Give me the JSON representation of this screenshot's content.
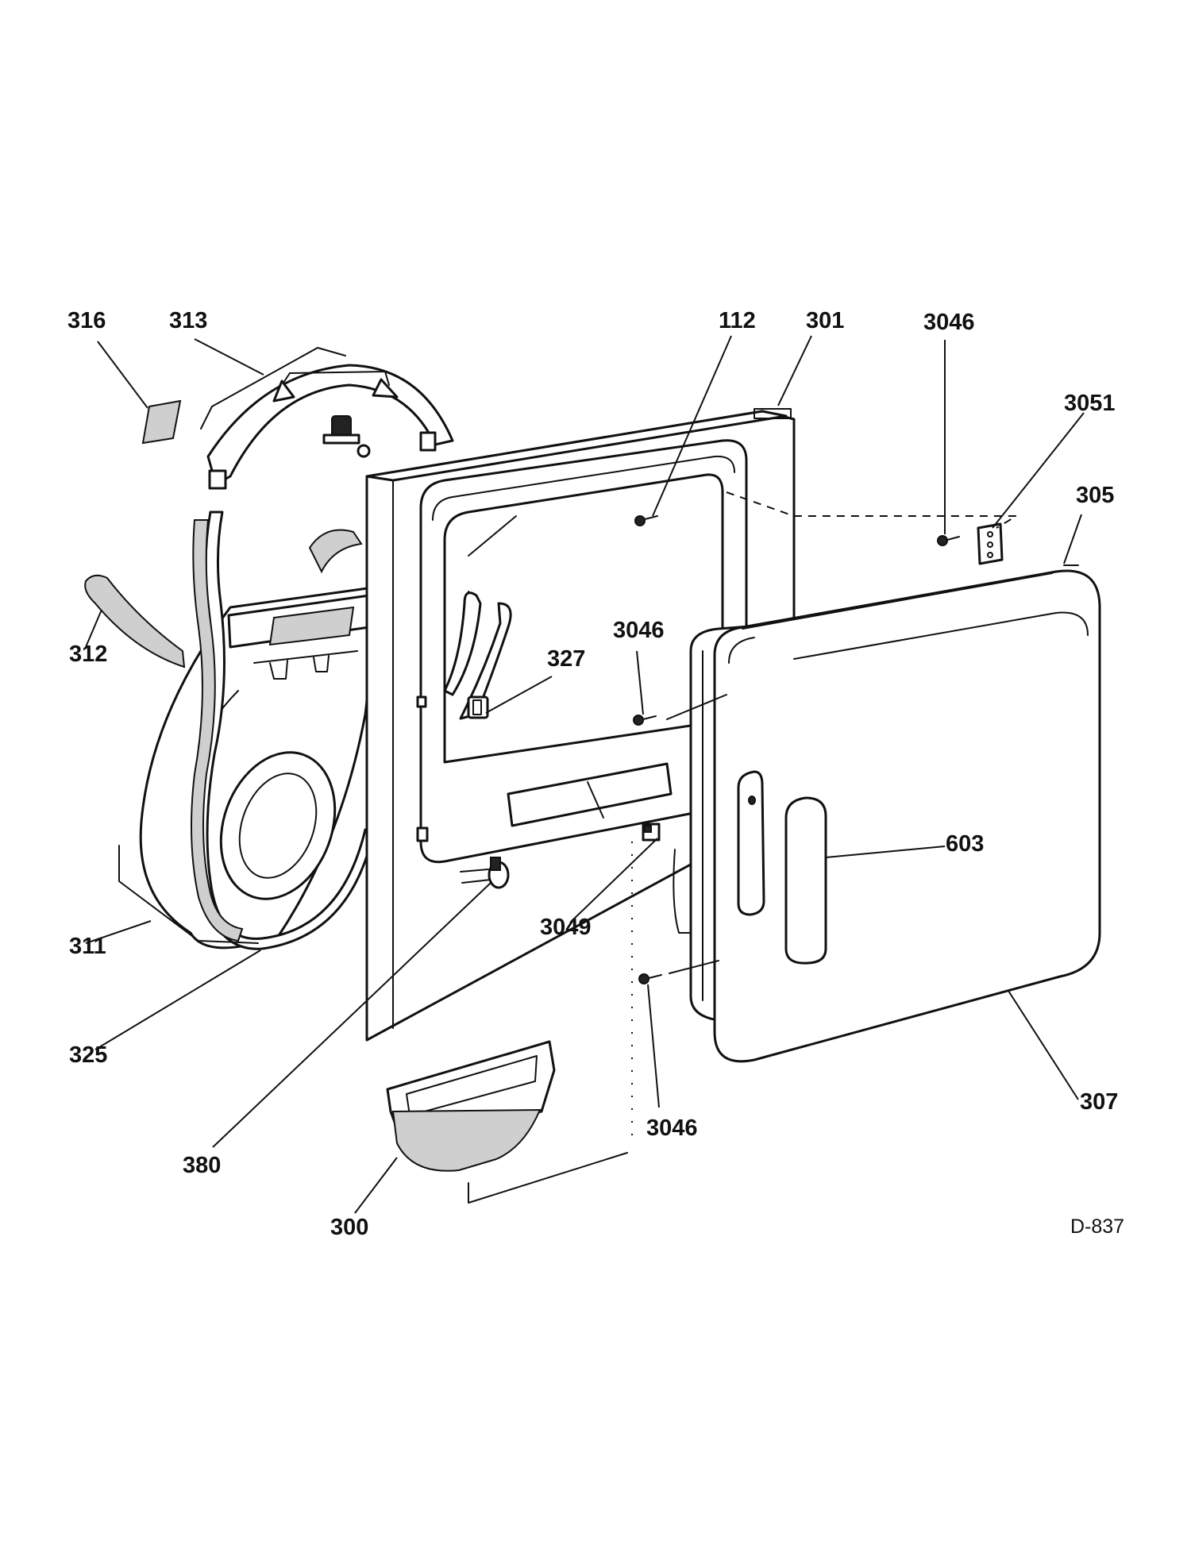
{
  "diagram_code": "D-837",
  "callouts": {
    "c316": "316",
    "c313": "313",
    "c112": "112",
    "c301": "301",
    "c3046_top": "3046",
    "c3051": "3051",
    "c305": "305",
    "c312": "312",
    "c327": "327",
    "c3046_mid": "3046",
    "c603": "603",
    "c311": "311",
    "c3049": "3049",
    "c325": "325",
    "c307": "307",
    "c3046_bottom": "3046",
    "c380": "380",
    "c300": "300"
  }
}
